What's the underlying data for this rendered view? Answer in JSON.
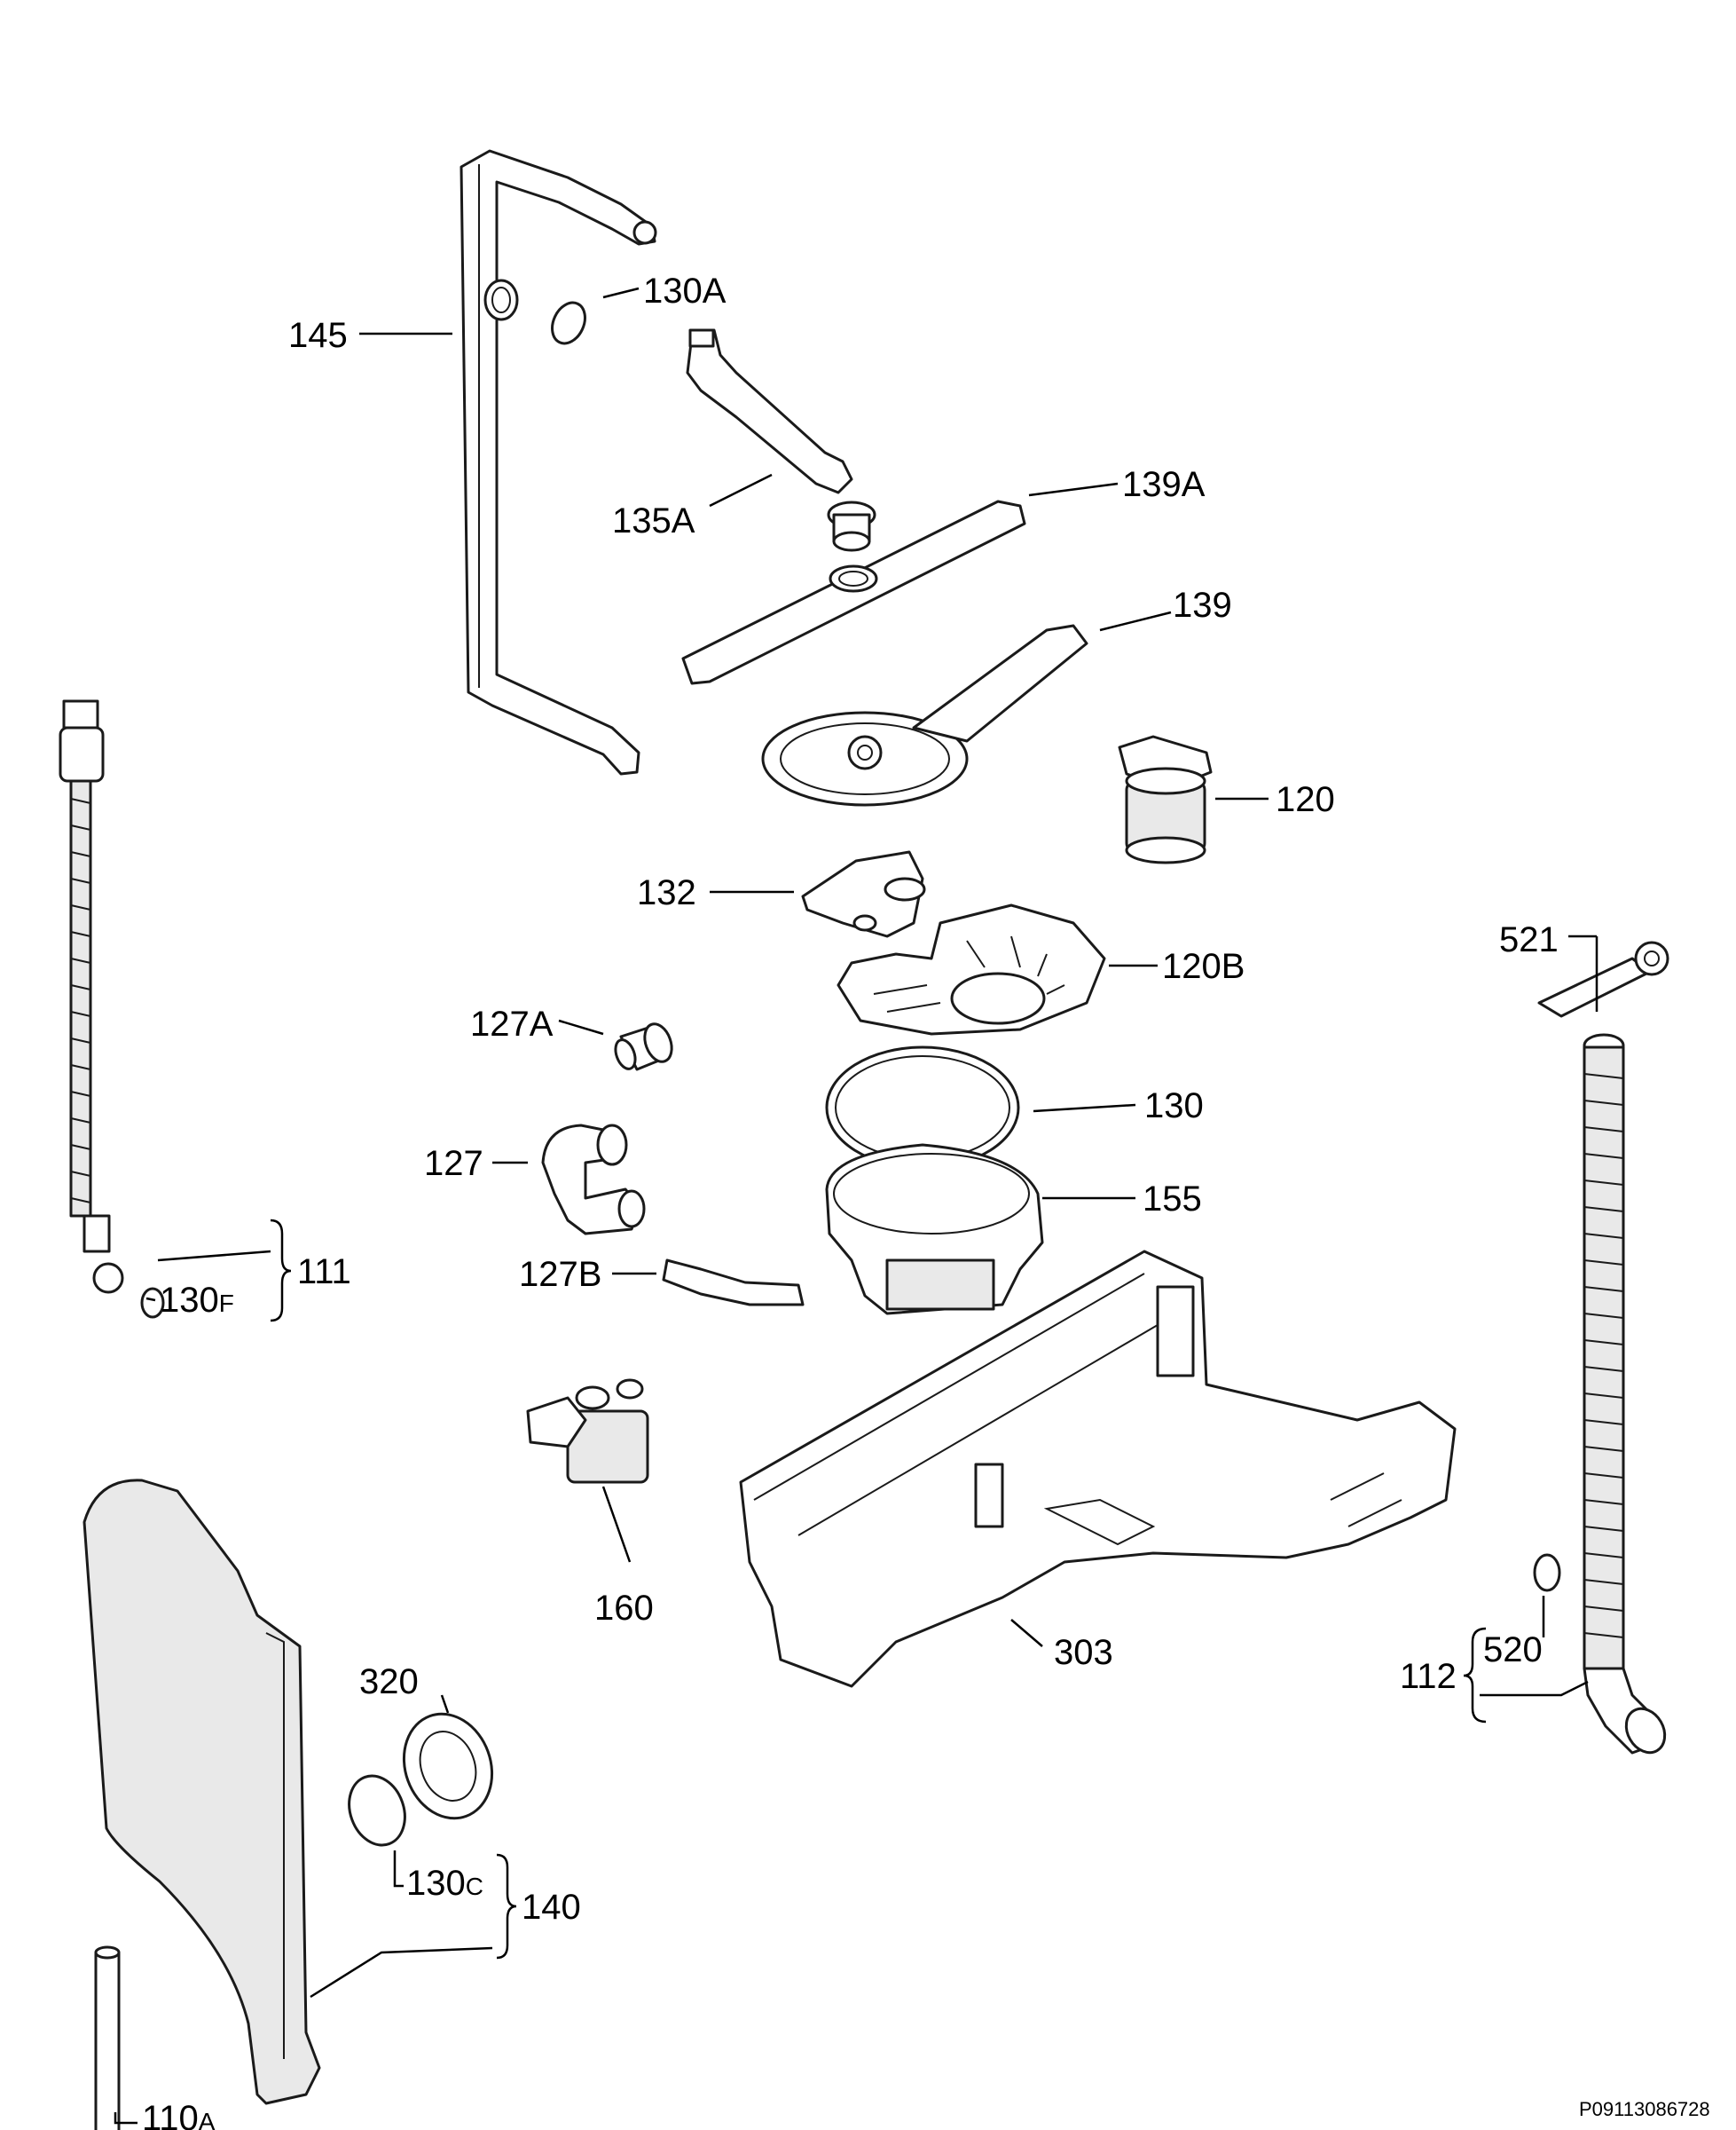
{
  "callouts": {
    "c145": "145",
    "c130A": "130A",
    "c135A": "135A",
    "c139A": "139A",
    "c139": "139",
    "c120": "120",
    "c132": "132",
    "c120B": "120B",
    "c521": "521",
    "c127A": "127A",
    "c130": "130",
    "c127": "127",
    "c155": "155",
    "c127B": "127B",
    "c111": "111",
    "c130F_main": "130",
    "c130F_sub": "F",
    "c160": "160",
    "c303": "303",
    "c112": "112",
    "c520": "520",
    "c320": "320",
    "c130C_main": "130",
    "c130C_sub": "C",
    "c140": "140",
    "c110A_main": "110",
    "c110A_sub": "A"
  },
  "drawing_code": "P09113086728"
}
